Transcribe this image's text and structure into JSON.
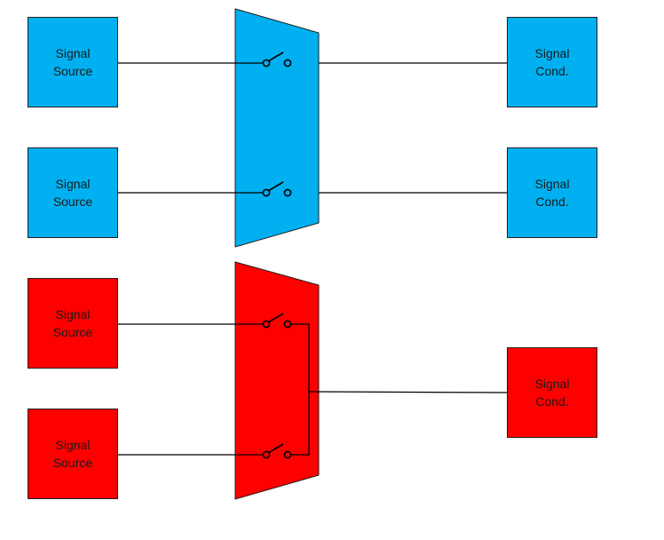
{
  "colors": {
    "blue": "#00b0f0",
    "red": "#ff0000",
    "line": "#000000"
  },
  "top_group": {
    "sources": [
      {
        "line1": "Signal",
        "line2": "Source"
      },
      {
        "line1": "Signal",
        "line2": "Source"
      }
    ],
    "conditioners": [
      {
        "line1": "Signal",
        "line2": "Cond."
      },
      {
        "line1": "Signal",
        "line2": "Cond."
      }
    ]
  },
  "bottom_group": {
    "sources": [
      {
        "line1": "Signal",
        "line2": "Source"
      },
      {
        "line1": "Signal",
        "line2": "Source"
      }
    ],
    "conditioners": [
      {
        "line1": "Signal",
        "line2": "Cond."
      }
    ]
  }
}
